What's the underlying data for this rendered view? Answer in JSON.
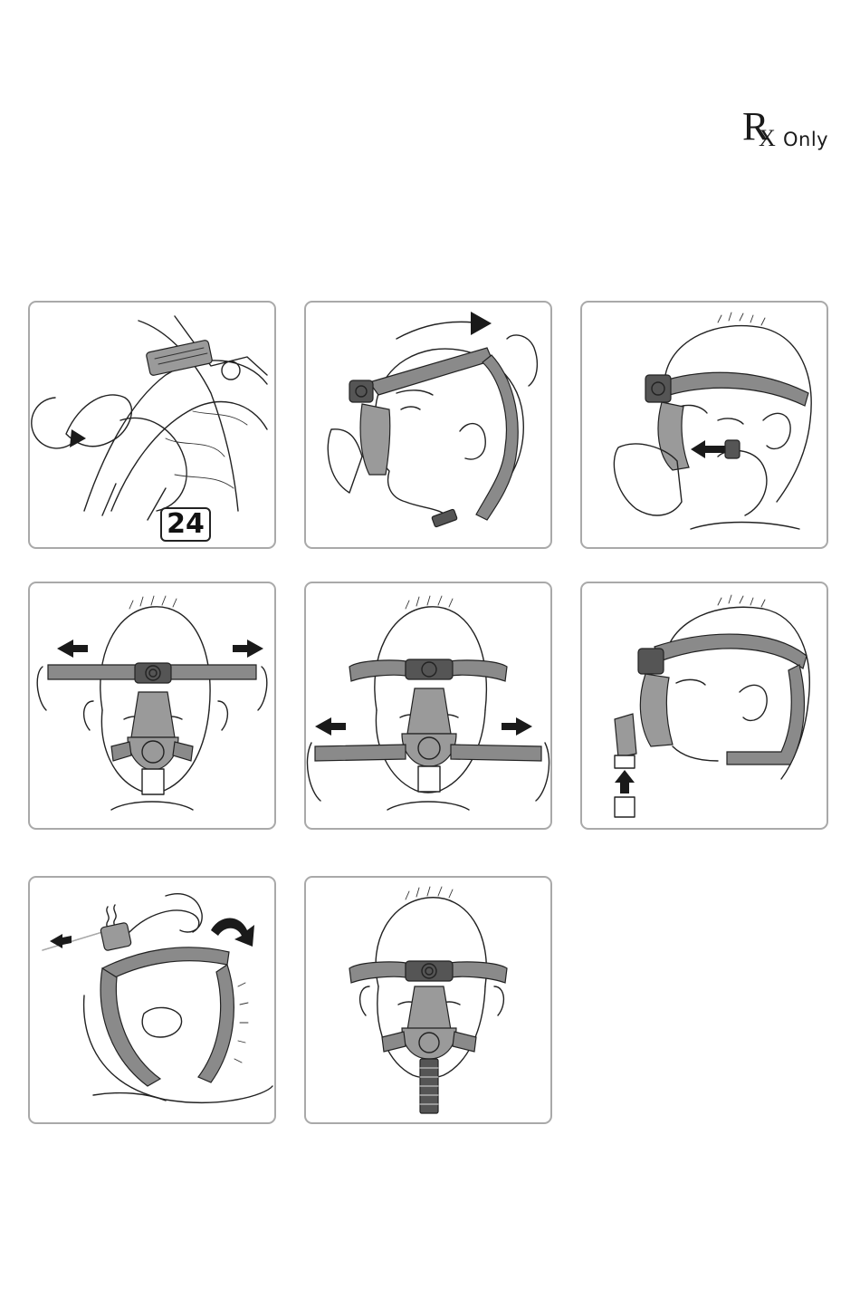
{
  "header": {
    "rx_symbol_r": "R",
    "rx_symbol_x": "X",
    "rx_label": "Only"
  },
  "panels": [
    {
      "id": "panel-1",
      "icon": "mask-adjust-rotate-illustration",
      "step_label": "24"
    },
    {
      "id": "panel-2",
      "icon": "headgear-over-head-illustration"
    },
    {
      "id": "panel-3",
      "icon": "attach-lower-clip-illustration"
    },
    {
      "id": "panel-4",
      "icon": "adjust-upper-straps-illustration"
    },
    {
      "id": "panel-5",
      "icon": "adjust-lower-straps-illustration"
    },
    {
      "id": "panel-6",
      "icon": "connect-tubing-illustration"
    },
    {
      "id": "panel-7",
      "icon": "release-clip-lying-down-illustration"
    },
    {
      "id": "panel-8",
      "icon": "fitted-mask-front-illustration"
    }
  ],
  "colors": {
    "panel_border": "#a9a9a9",
    "line": "#222222",
    "strap_fill": "#8a8a8a"
  }
}
